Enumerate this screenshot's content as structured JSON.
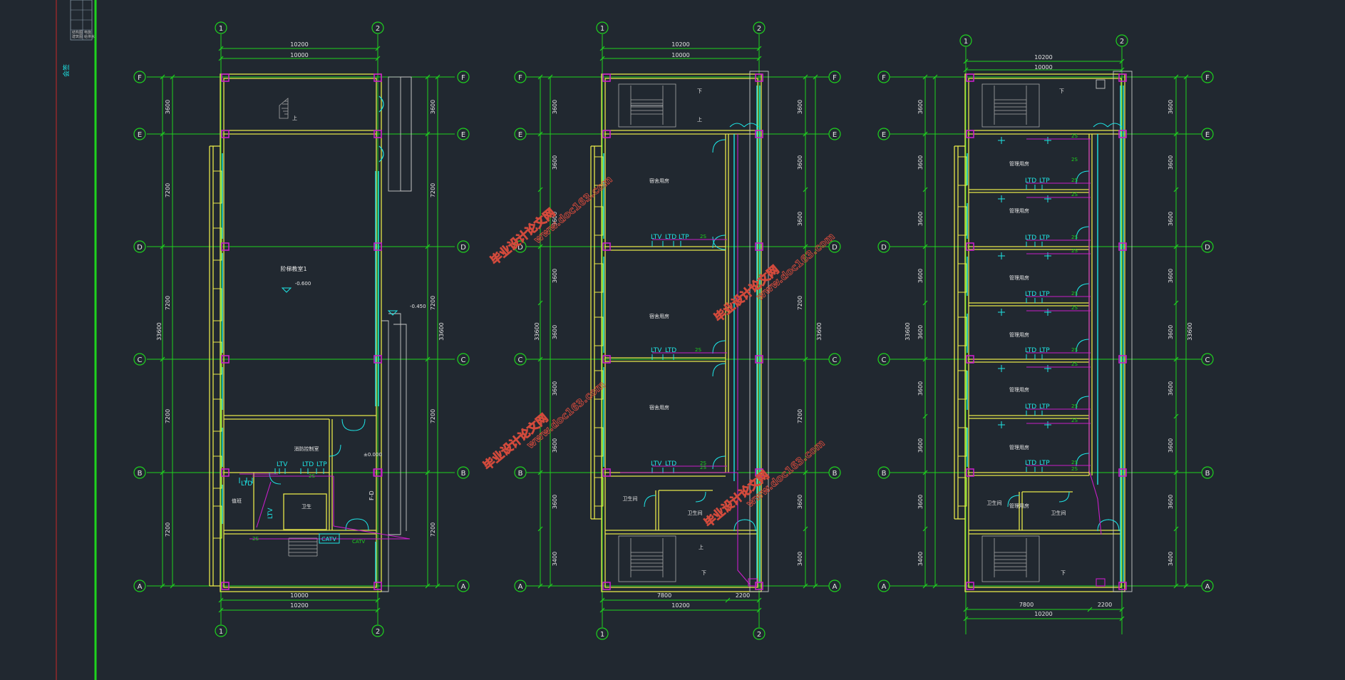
{
  "colors": {
    "background": "#212830",
    "axis": "#1ed21e",
    "wall": "#e6e64a",
    "window": "#1ee6e6",
    "column": "#c81ec8",
    "wire": "#c81ec8",
    "dim": "#e6e6e6",
    "watermark": "#d24a3c"
  },
  "title_block": {
    "rows": [
      "建筑图",
      "结构图",
      "给排水",
      "电施"
    ],
    "vertical_label": "会签"
  },
  "plan1": {
    "axis_top": [
      "1",
      "2"
    ],
    "axis_bottom": [
      "1",
      "2"
    ],
    "rows": [
      "F",
      "E",
      "D",
      "C",
      "B",
      "A"
    ],
    "dim_top_outer": "10200",
    "dim_top_inner": "10000",
    "dim_bottom_inner": "10000",
    "dim_bottom_outer": "10200",
    "left_segments": [
      "3600",
      "7200",
      "7200",
      "7200",
      "7200"
    ],
    "left_total": "33600",
    "right_segments": [
      "3600",
      "7200",
      "7200",
      "7200",
      "7200"
    ],
    "right_total": "33600",
    "room_main": "阶梯教室1",
    "level_main": "-0.600",
    "level_right": "-0.450",
    "room_control": "消防控制室",
    "level_control": "±0.000",
    "room_guard": "值班",
    "room_wc": "卫生",
    "socket_ltv": "LTV",
    "socket_ltd": "LTD",
    "socket_ltp": "LTP",
    "catv_box": "CATV",
    "catv_note": "CATV",
    "riser_label": "F-D",
    "wire_labels": [
      "2S",
      "2S"
    ]
  },
  "plan2": {
    "axis_top": [
      "1",
      "2"
    ],
    "axis_bottom": [
      "1",
      "2"
    ],
    "rows": [
      "F",
      "E",
      "D",
      "C",
      "B",
      "A"
    ],
    "dim_top_outer": "10200",
    "dim_top_inner": "10000",
    "dim_bottom_a": "7800",
    "dim_bottom_b": "2200",
    "dim_bottom_outer": "10200",
    "left_segments": [
      "3600",
      "3600",
      "3600",
      "3600",
      "3600",
      "3600",
      "3600",
      "3600",
      "3400"
    ],
    "left_total": "33600",
    "right_segments": [
      "3600",
      "3600",
      "3600",
      "7200",
      "7200",
      "3600",
      "3400"
    ],
    "right_total": "33600",
    "rooms": [
      "宿舍用房",
      "宿舍用房",
      "宿舍用房"
    ],
    "room_wc1": "卫生间",
    "room_wc2": "卫生间",
    "socket_labels": [
      "LTV",
      "LTD",
      "LTP"
    ],
    "wire_labels": [
      "2S",
      "2S",
      "2S",
      "2S"
    ]
  },
  "plan3": {
    "axis_top": [
      "1",
      "2"
    ],
    "rows": [
      "F",
      "E",
      "D",
      "C",
      "B",
      "A"
    ],
    "dim_top_outer": "10200",
    "dim_top_inner": "10000",
    "dim_bottom_a": "7800",
    "dim_bottom_b": "2200",
    "dim_bottom_outer": "10200",
    "left_segments": [
      "3600",
      "3600",
      "3600",
      "3600",
      "3600",
      "3600",
      "3600",
      "3600",
      "3400"
    ],
    "left_total": "33600",
    "right_segments": [
      "3600",
      "3600",
      "3600",
      "3600",
      "3600",
      "3600",
      "3600",
      "3600",
      "3400"
    ],
    "right_total": "33600",
    "rooms": [
      "管理用房",
      "管理用房",
      "管理用房",
      "管理用房",
      "管理用房",
      "管理用房",
      "管理用房"
    ],
    "room_wc1": "卫生间",
    "room_wc2": "卫生间",
    "socket_labels": [
      "LTD",
      "LTP"
    ],
    "wire_labels": [
      "2S",
      "2S",
      "2S",
      "2S",
      "2S",
      "2S",
      "2S",
      "2S",
      "2S",
      "2S",
      "2S",
      "2S",
      "2S",
      "2S"
    ]
  },
  "stair_labels": {
    "up": "上",
    "down": "下"
  },
  "watermarks": {
    "site_cn": "毕业设计论文网",
    "site_url": "www.doc163.com"
  }
}
